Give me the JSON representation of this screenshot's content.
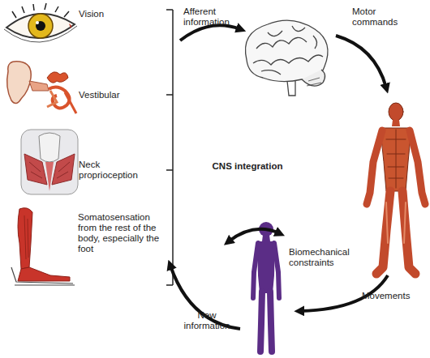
{
  "diagram": {
    "labels": [
      "Vision",
      "Afferent information",
      "Motor commands",
      "Vestibular",
      "Neck proprioception",
      "CNS integration",
      "Somatosensation from the rest of the body, especially the foot",
      "Biomechanical constraints",
      "Movements",
      "New information"
    ]
  }
}
